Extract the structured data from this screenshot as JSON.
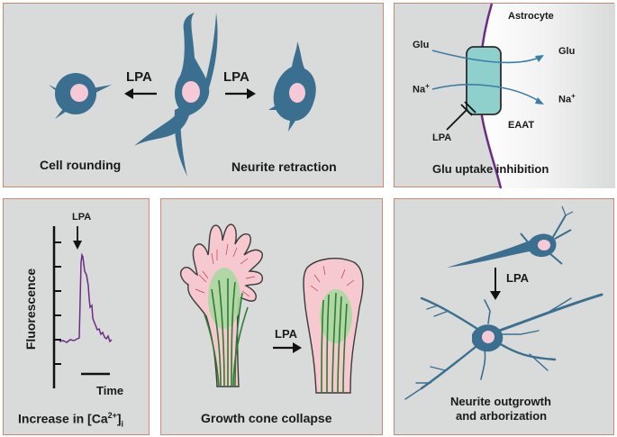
{
  "panel_cells": {
    "arrow_left_label": "LPA",
    "arrow_right_label": "LPA",
    "caption_left": "Cell rounding",
    "caption_right": "Neurite retraction"
  },
  "panel_glu": {
    "astrocyte_label": "Astrocyte",
    "glu_in": "Glu",
    "glu_out": "Glu",
    "na_in": "Na",
    "na_out": "Na",
    "charge": "+",
    "lpa_label": "LPA",
    "transporter_label": "EAAT",
    "caption": "Glu uptake inhibition"
  },
  "panel_calcium": {
    "lpa_label": "LPA",
    "y_label": "Fluorescence",
    "x_label": "Time",
    "caption_prefix": "Increase in [Ca",
    "caption_sup": "2+",
    "caption_bracket": "]",
    "caption_sub": "i"
  },
  "panel_growth": {
    "lpa_label": "LPA",
    "caption": "Growth cone collapse"
  },
  "panel_outgrowth": {
    "lpa_label": "LPA",
    "caption_line1": "Neurite outgrowth",
    "caption_line2": "and arborization"
  },
  "colors": {
    "panel_bg": "#d9dada",
    "panel_border": "#c98a70",
    "cell": "#3a6f8f",
    "nucleus": "#f6c9d7",
    "membrane": "#6a2d84",
    "transporter": "#8fd0cc",
    "arrow_blue": "#3a7ea8",
    "trace": "#6a2d84",
    "microtubule": "#2e7d32",
    "actin_zone": "#f5c9cf",
    "green_core": "#a8d8a0"
  }
}
